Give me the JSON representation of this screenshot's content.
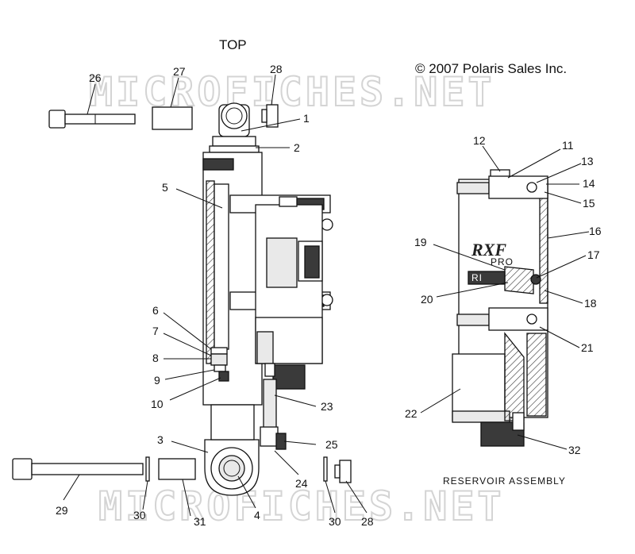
{
  "header": {
    "view_label": "TOP",
    "copyright": "© 2007 Polaris Sales Inc."
  },
  "watermark": {
    "text_top": "MICROFICHES.NET",
    "text_bottom": "MICROFICHES.NET"
  },
  "reservoir": {
    "caption": "RESERVOIR ASSEMBLY",
    "brand_mark": "RXF",
    "brand_sub": "PRO",
    "brand_mid": "RI"
  },
  "callouts": {
    "c1": "1",
    "c2": "2",
    "c3": "3",
    "c4": "4",
    "c5": "5",
    "c6": "6",
    "c7": "7",
    "c8": "8",
    "c9": "9",
    "c10": "10",
    "c11": "11",
    "c12": "12",
    "c13": "13",
    "c14": "14",
    "c15": "15",
    "c16": "16",
    "c17": "17",
    "c18": "18",
    "c19": "19",
    "c20": "20",
    "c21": "21",
    "c22": "22",
    "c23": "23",
    "c24": "24",
    "c25": "25",
    "c26": "26",
    "c27": "27",
    "c28a": "28",
    "c28b": "28",
    "c29": "29",
    "c30a": "30",
    "c30b": "30",
    "c31": "31",
    "c32": "32"
  },
  "colors": {
    "ink": "#111111",
    "watermark": "#d4d4d4",
    "fill_light": "#e9e9e9",
    "fill_dark": "#3a3a3a"
  }
}
